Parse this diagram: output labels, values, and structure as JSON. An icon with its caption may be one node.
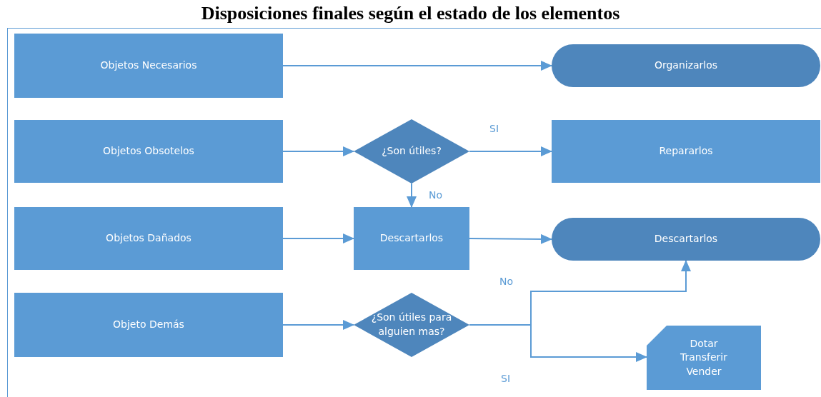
{
  "diagram": {
    "title": "Disposiciones finales según el estado de los elementos",
    "nodes": [
      {
        "text": [
          "Objetos Necesarios"
        ]
      },
      {
        "text": [
          "Organizarlos"
        ]
      },
      {
        "text": [
          "Objetos Obsotelos"
        ]
      },
      {
        "text": [
          "¿Son útiles?"
        ]
      },
      {
        "text": [
          "Repararlos"
        ]
      },
      {
        "text": [
          "Objetos Dañados"
        ]
      },
      {
        "text": [
          "Descartarlos"
        ]
      },
      {
        "text": [
          "Descartarlos"
        ]
      },
      {
        "text": [
          "Objeto Demás"
        ]
      },
      {
        "text": [
          "¿Son útiles para alguien mas?"
        ]
      },
      {
        "text": [
          "Dotar Transferir Vender"
        ]
      }
    ],
    "edges": [
      {
        "from": 0,
        "to": 1,
        "arrow": "to"
      },
      {
        "from": 2,
        "to": 3,
        "arrow": "to"
      },
      {
        "from": 3,
        "to": 4,
        "arrow": "to",
        "label": "SI"
      },
      {
        "from": 3,
        "to": 6,
        "arrow": "to",
        "label": "No"
      },
      {
        "from": 5,
        "to": 6,
        "arrow": "to"
      },
      {
        "from": 6,
        "to": 7,
        "arrow": "to"
      },
      {
        "from": 8,
        "to": 9,
        "arrow": "to"
      },
      {
        "from": 9,
        "to": 7,
        "arrow": "to",
        "label": "No"
      },
      {
        "from": 9,
        "to": 10,
        "arrow": "to",
        "label": "SI"
      }
    ]
  }
}
